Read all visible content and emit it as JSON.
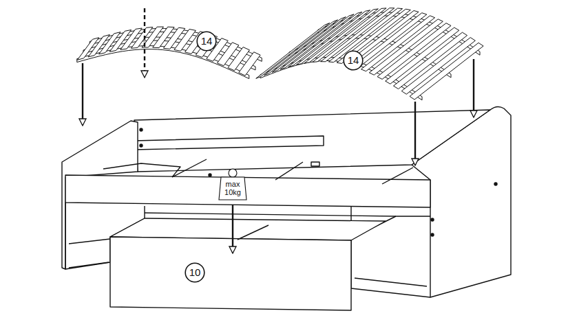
{
  "diagram": {
    "nodes": [
      {
        "text": [
          "14"
        ]
      },
      {
        "text": [
          "14"
        ]
      },
      {
        "text": [
          "max 10kg"
        ]
      },
      {
        "text": [
          "10"
        ]
      }
    ]
  }
}
